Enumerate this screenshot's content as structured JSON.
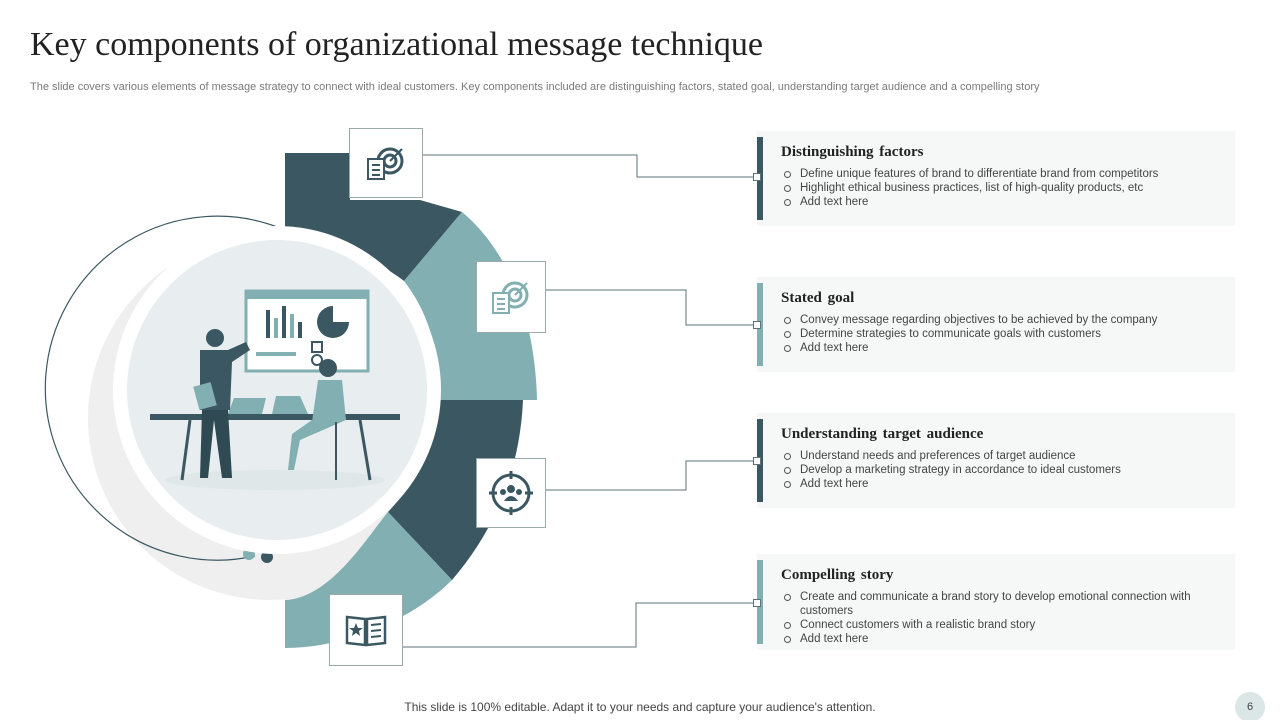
{
  "title": "Key components of organizational message technique",
  "subtitle": "The slide covers various elements of message strategy to connect with ideal customers. Key components included are distinguishing factors, stated goal, understanding target audience and a compelling story",
  "colors": {
    "dark": "#3b5862",
    "light": "#82afb1",
    "card_bg": "#f6f8f8",
    "circle_bg": "#e8eeef",
    "ring": "#eeeeee"
  },
  "components": [
    {
      "icon": "target-checklist-icon",
      "heading": "Distinguishing  factors",
      "bullets": [
        "Define unique features of brand to differentiate brand from competitors",
        "Highlight ethical business practices, list of high-quality products, etc",
        "Add text here"
      ]
    },
    {
      "icon": "target-checklist-icon",
      "heading": "Stated goal",
      "bullets": [
        "Convey message regarding objectives to be achieved by the company",
        "Determine strategies to communicate goals with customers",
        "Add text here"
      ]
    },
    {
      "icon": "audience-target-icon",
      "heading": "Understanding  target audience",
      "bullets": [
        "Understand needs and preferences of target audience",
        "Develop a marketing strategy in accordance to ideal customers",
        "Add text here"
      ]
    },
    {
      "icon": "story-book-icon",
      "heading": "Compelling  story",
      "bullets": [
        "Create and communicate a brand story to develop emotional connection with customers",
        "Connect customers with a realistic brand story",
        "Add text here"
      ]
    }
  ],
  "footer": "This slide is 100% editable. Adapt it to your needs and capture your audience's attention.",
  "page_number": "6"
}
